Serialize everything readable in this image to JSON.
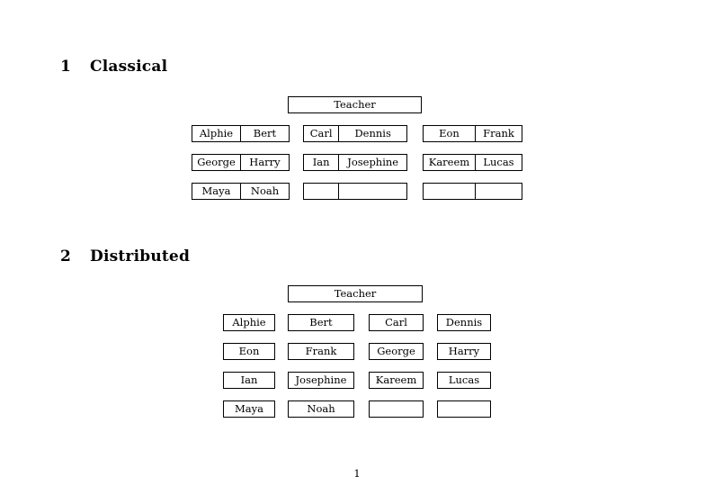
{
  "document": {
    "page_number": "1",
    "sections": [
      {
        "number": "1",
        "title": "Classical",
        "layout": "grouped",
        "root": {
          "label": "Teacher"
        },
        "groups": [
          {
            "name": "group-left",
            "rows": [
              {
                "cells": [
                  "Alphie",
                  "Bert"
                ]
              },
              {
                "cells": [
                  "George",
                  "Harry"
                ]
              },
              {
                "cells": [
                  "Maya",
                  "Noah"
                ]
              }
            ]
          },
          {
            "name": "group-middle",
            "rows": [
              {
                "cells": [
                  "Carl",
                  "Dennis"
                ]
              },
              {
                "cells": [
                  "Ian",
                  "Josephine"
                ]
              },
              {
                "cells": [
                  "",
                  ""
                ]
              }
            ]
          },
          {
            "name": "group-right",
            "rows": [
              {
                "cells": [
                  "Eon",
                  "Frank"
                ]
              },
              {
                "cells": [
                  "Kareem",
                  "Lucas"
                ]
              },
              {
                "cells": [
                  "",
                  ""
                ]
              }
            ]
          }
        ]
      },
      {
        "number": "2",
        "title": "Distributed",
        "layout": "grid",
        "root": {
          "label": "Teacher"
        },
        "rows": [
          {
            "cells": [
              "Alphie",
              "Bert",
              "Carl",
              "Dennis"
            ]
          },
          {
            "cells": [
              "Eon",
              "Frank",
              "George",
              "Harry"
            ]
          },
          {
            "cells": [
              "Ian",
              "Josephine",
              "Kareem",
              "Lucas"
            ]
          },
          {
            "cells": [
              "Maya",
              "Noah",
              "",
              ""
            ]
          }
        ]
      }
    ]
  },
  "colors": {
    "page_background": "#ffffff",
    "text": "#000000",
    "box_border": "#000000",
    "box_fill": "#ffffff"
  }
}
